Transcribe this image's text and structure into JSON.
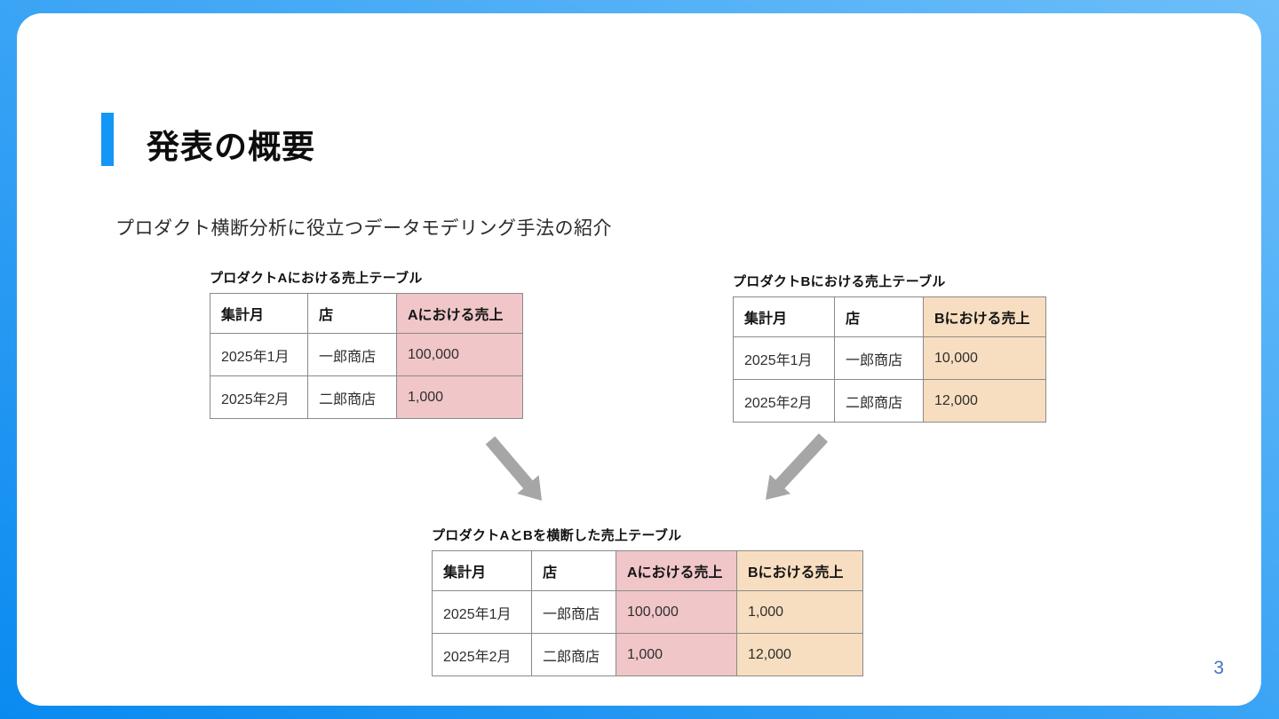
{
  "header": {
    "title": "発表の概要"
  },
  "subtitle": "プロダクト横断分析に役立つデータモデリング手法の紹介",
  "tables": {
    "product_a": {
      "caption": "プロダクトAにおける売上テーブル",
      "headers": [
        "集計月",
        "店",
        "Aにおける売上"
      ],
      "rows": [
        [
          "2025年1月",
          "一郎商店",
          "100,000"
        ],
        [
          "2025年2月",
          "二郎商店",
          "1,000"
        ]
      ]
    },
    "product_b": {
      "caption": "プロダクトBにおける売上テーブル",
      "headers": [
        "集計月",
        "店",
        "Bにおける売上"
      ],
      "rows": [
        [
          "2025年1月",
          "一郎商店",
          "10,000"
        ],
        [
          "2025年2月",
          "二郎商店",
          "12,000"
        ]
      ]
    },
    "combined": {
      "caption": "プロダクトAとBを横断した売上テーブル",
      "headers": [
        "集計月",
        "店",
        "Aにおける売上",
        "Bにおける売上"
      ],
      "rows": [
        [
          "2025年1月",
          "一郎商店",
          "100,000",
          "1,000"
        ],
        [
          "2025年2月",
          "二郎商店",
          "1,000",
          "12,000"
        ]
      ]
    }
  },
  "page": {
    "number": "3"
  },
  "colors": {
    "frame_start": "#0a8af0",
    "frame_end": "#6cbef9",
    "accent_blue": "#1496f5",
    "pink": "#f0c6c9",
    "orange": "#f8dec0",
    "arrow_gray": "#a6a6a6",
    "page_num_blue": "#4472c4",
    "table_border": "#8a8a8a"
  }
}
